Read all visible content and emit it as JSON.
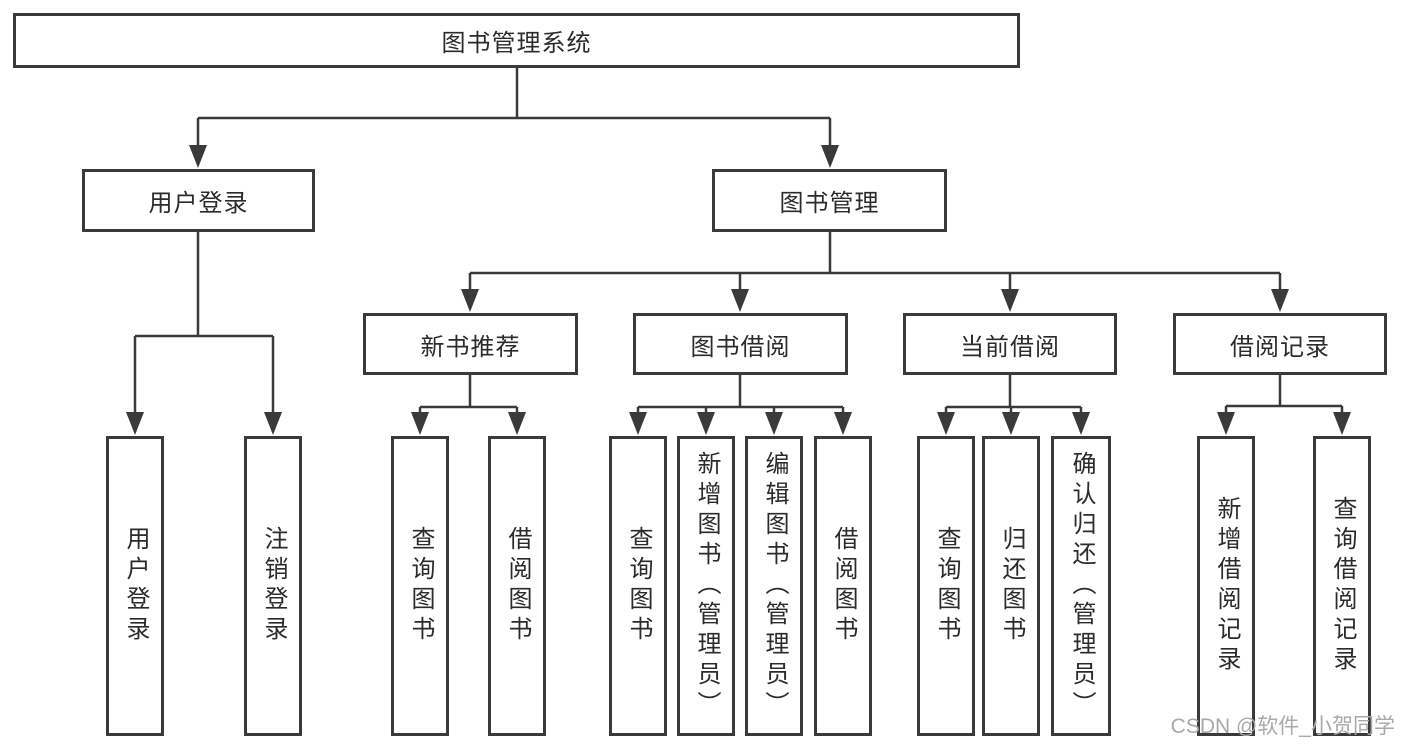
{
  "tree": {
    "label": "图书管理系统",
    "children": [
      {
        "label": "用户登录",
        "children": [
          {
            "label": "用户登录"
          },
          {
            "label": "注销登录"
          }
        ]
      },
      {
        "label": "图书管理",
        "children": [
          {
            "label": "新书推荐",
            "children": [
              {
                "label": "查询图书"
              },
              {
                "label": "借阅图书"
              }
            ]
          },
          {
            "label": "图书借阅",
            "children": [
              {
                "label": "查询图书"
              },
              {
                "label": "新增图书（管理员）"
              },
              {
                "label": "编辑图书（管理员）"
              },
              {
                "label": "借阅图书"
              }
            ]
          },
          {
            "label": "当前借阅",
            "children": [
              {
                "label": "查询图书"
              },
              {
                "label": "归还图书"
              },
              {
                "label": "确认归还（管理员）"
              }
            ]
          },
          {
            "label": "借阅记录",
            "children": [
              {
                "label": "新增借阅记录"
              },
              {
                "label": "查询借阅记录"
              }
            ]
          }
        ]
      }
    ]
  },
  "watermark": "CSDN @软件_小贺同学",
  "colors": {
    "line": "#3a3a3a",
    "text": "#2b2b2b",
    "watermark": "#a9a9a9",
    "background": "#ffffff"
  }
}
